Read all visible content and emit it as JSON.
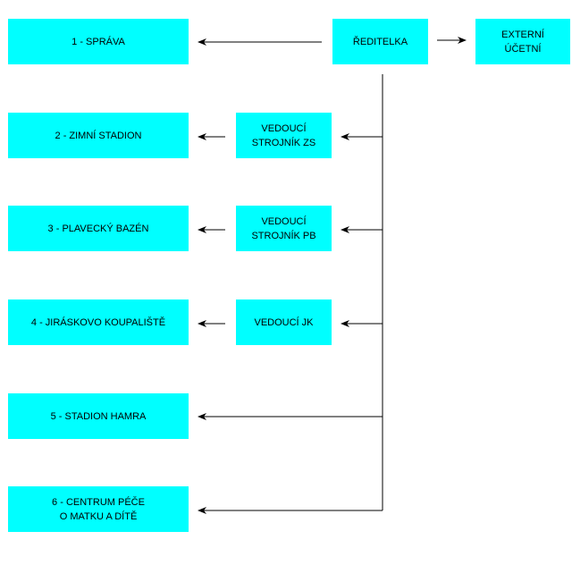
{
  "org_chart": {
    "director": "ŘEDITELKA",
    "external_accounting": "EXTERNÍ\nÚČETNÍ",
    "departments": {
      "d1": "1 -  SPRÁVA",
      "d2": "2 -  ZIMNÍ STADION",
      "d3": "3 -  PLAVECKÝ BAZÉN",
      "d4": "4 -  JIRÁSKOVO KOUPALIŠTĚ",
      "d5": "5 -  STADION HAMRA",
      "d6": "6 -  CENTRUM PÉČE\n     O MATKU A DÍTĚ"
    },
    "managers": {
      "zs": "VEDOUCÍ\nSTROJNÍK ZS",
      "pb": "VEDOUCÍ\nSTROJNÍK PB",
      "jk": "VEDOUCÍ JK"
    }
  },
  "colors": {
    "box": "#00ffff",
    "line": "#000000"
  }
}
